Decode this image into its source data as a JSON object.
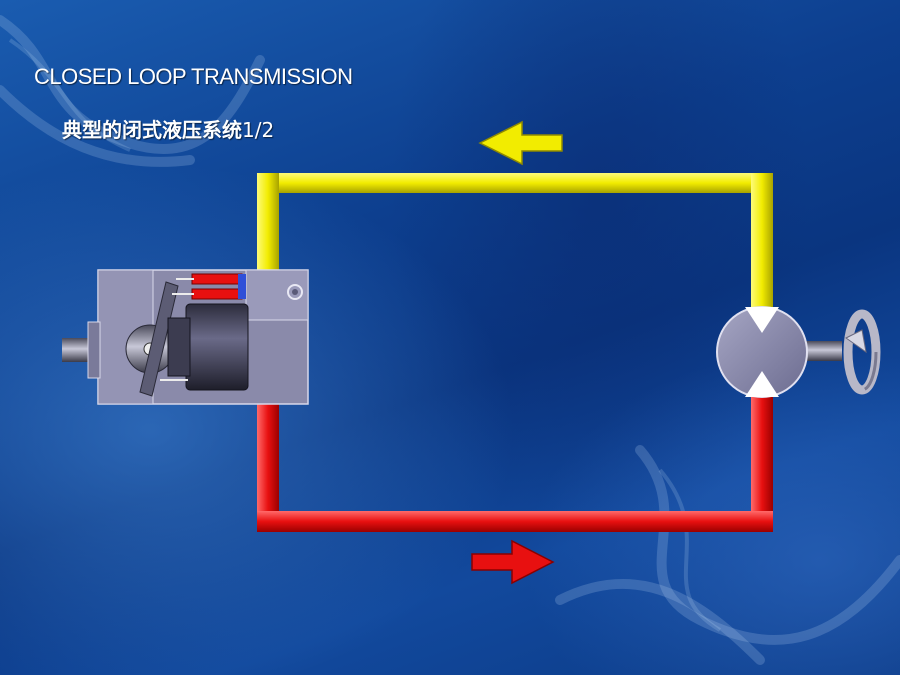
{
  "slide": {
    "title": "CLOSED LOOP TRANSMISSION",
    "subtitle": "典型的闭式液压系统",
    "page_indicator": "1/2"
  },
  "colors": {
    "background": "#0d3f8f",
    "low_pressure_line": "#f2ec00",
    "high_pressure_line": "#e81010",
    "component_body": "#8a8aaa"
  },
  "diagram": {
    "pump": "variable-displacement-axial-piston-pump",
    "motor": "hydraulic-motor",
    "top_line_flow": "leftward",
    "bottom_line_flow": "rightward",
    "output_rotation": "rotating"
  }
}
